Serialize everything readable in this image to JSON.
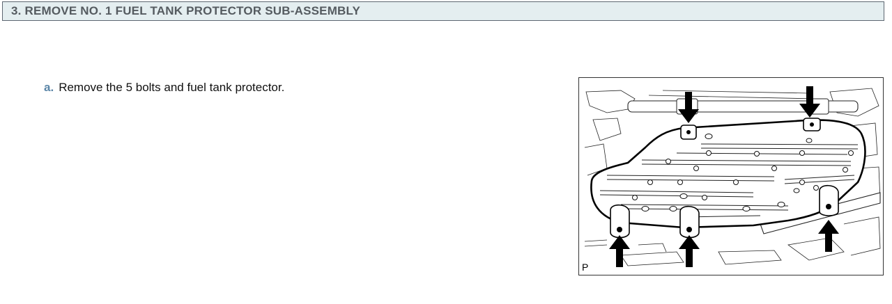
{
  "section": {
    "title": "3. REMOVE NO. 1 FUEL TANK PROTECTOR SUB-ASSEMBLY"
  },
  "step": {
    "letter": "a.",
    "text": "Remove the 5 bolts and fuel tank protector."
  },
  "figure": {
    "label": "P",
    "icon": "fuel-tank-protector-illustration",
    "arrow_count": 5
  }
}
